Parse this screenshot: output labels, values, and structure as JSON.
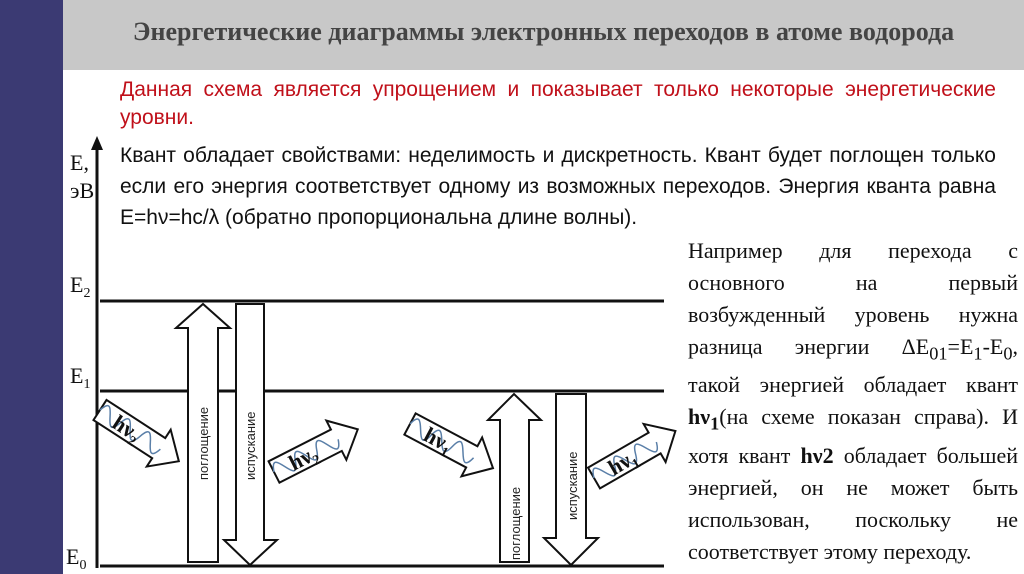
{
  "title": "Энергетические диаграммы электронных переходов в атоме водорода",
  "note": "Данная схема является упрощением и показывает только некоторые энергетические уровни.",
  "paragraph": "Квант обладает свойствами: неделимость и дискретность. Квант будет поглощен только если его энергия соответствует одному из возможных переходов. Энергия кванта равна E=hν=hc/λ (обратно пропорциональна длине волны).",
  "side": {
    "part1": "Например для перехода с основного на первый возбужденный уровень нужна разница энергии ",
    "delta": "ΔE",
    "delta_sub": "01",
    "eq1": "=E",
    "eq1_sub": "1",
    "eq2": "-E",
    "eq2_sub": "0",
    "part2": ", такой энергией обладает квант ",
    "q1": "hν",
    "q1_sub": "1",
    "part3": "(на схеме показан справа). И хотя квант ",
    "q2": "hν2",
    "part4": " обладает большей энергией, он не может быть использован, поскольку не соответствует этому переходу."
  },
  "diagram": {
    "axis_label_line1": "E,",
    "axis_label_line2": "эВ",
    "levels": [
      {
        "label": "E",
        "sub": "2"
      },
      {
        "label": "E",
        "sub": "1"
      },
      {
        "label": "E",
        "sub": "0"
      }
    ],
    "absorption": "поглощение",
    "emission": "испускание",
    "quanta": [
      {
        "label": "hν",
        "sub": "2"
      },
      {
        "label": "hν",
        "sub": "2"
      },
      {
        "label": "hν",
        "sub": "1"
      },
      {
        "label": "hν",
        "sub": "1"
      }
    ]
  }
}
